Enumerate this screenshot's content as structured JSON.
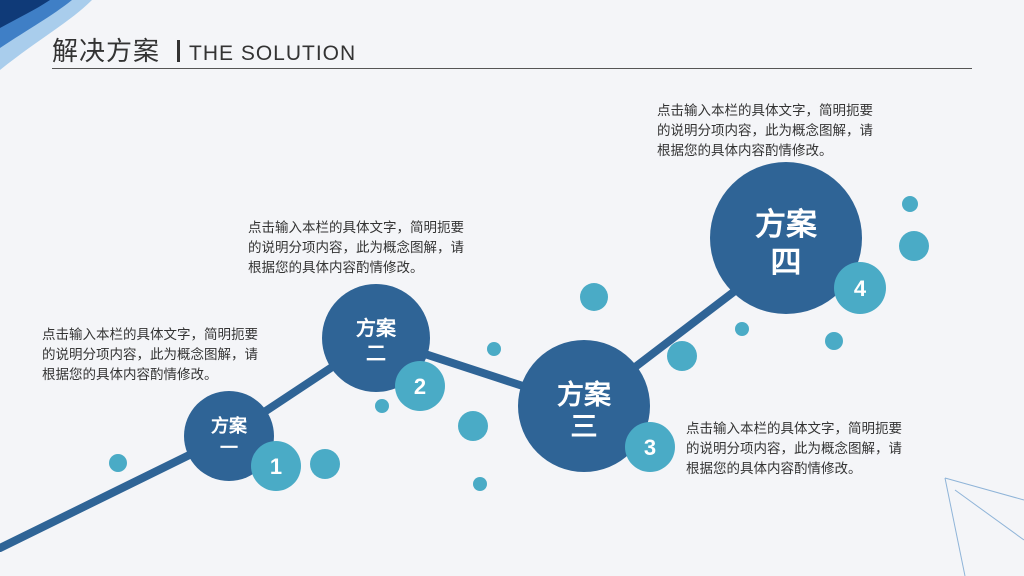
{
  "header": {
    "title_cn": "解决方案",
    "title_en": "THE  SOLUTION"
  },
  "steps": [
    {
      "line1": "方案",
      "line2": "一",
      "number": "1",
      "desc": [
        "点击输入本栏的具体文字，简明扼要",
        "的说明分项内容，此为概念图解，请",
        "根据您的具体内容酌情修改。"
      ]
    },
    {
      "line1": "方案",
      "line2": "二",
      "number": "2",
      "desc": [
        "点击输入本栏的具体文字，简明扼要",
        "的说明分项内容，此为概念图解，请",
        "根据您的具体内容酌情修改。"
      ]
    },
    {
      "line1": "方案",
      "line2": "三",
      "number": "3",
      "desc": [
        "点击输入本栏的具体文字，简明扼要",
        "的说明分项内容，此为概念图解，请",
        "根据您的具体内容酌情修改。"
      ]
    },
    {
      "line1": "方案",
      "line2": "四",
      "number": "4",
      "desc": [
        "点击输入本栏的具体文字，简明扼要",
        "的说明分项内容，此为概念图解，请",
        "根据您的具体内容酌情修改。"
      ]
    }
  ],
  "colors": {
    "primary": "#2f6496",
    "accent": "#4aabc6",
    "path": "#2f6496"
  }
}
